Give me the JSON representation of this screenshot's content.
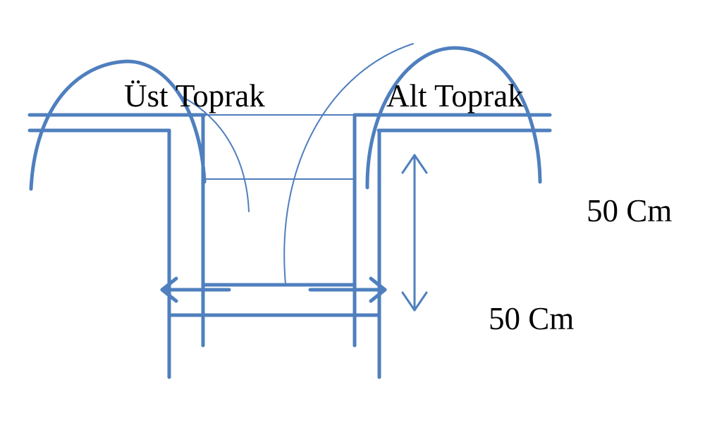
{
  "labels": {
    "topsoil": "Üst Toprak",
    "subsoil": "Alt Toprak",
    "depth": "50 Cm",
    "width": "50 Cm"
  },
  "colors": {
    "line": "#4f7fbe",
    "text": "#000000",
    "background": "#ffffff"
  }
}
